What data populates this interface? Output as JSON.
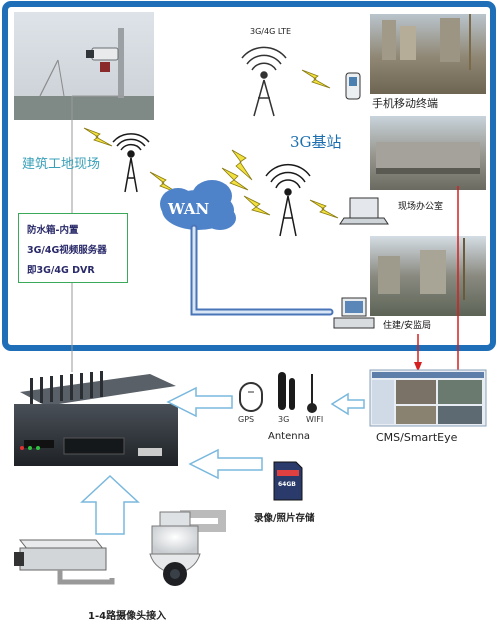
{
  "labels": {
    "site": "建筑工地现场",
    "base_station": "3G基站",
    "mobile": "手机移动终端",
    "office": "现场办公室",
    "bureau": "住建/安监局",
    "lte": "3G/4G LTE",
    "wan": "WAN",
    "gps": "GPS",
    "g3": "3G",
    "wifi": "WIFI",
    "antenna": "Antenna",
    "cms": "CMS/SmartEye",
    "storage": "录像/照片存储",
    "cameras": "1-4路摄像头接入",
    "sd_card": "64GB"
  },
  "dvr_box": {
    "lines": [
      "防水箱-内置",
      "3G/4G视频服务器",
      "即3G/4G DVR"
    ]
  },
  "colors": {
    "frame": "#1e6fb8",
    "signal": "#f0e040",
    "wan_cloud": "#4f83c9",
    "arrow_outline": "#7ab8de",
    "red_link": "#d42020"
  }
}
